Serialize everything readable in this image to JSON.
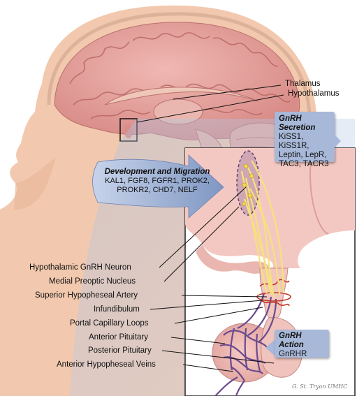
{
  "labels": {
    "thalamus": "Thalamus",
    "hypothalamus": "Hypothalamus",
    "hypothalamic_gnrh_neuron": "Hypothalamic GnRH Neuron",
    "medial_preoptic_nucleus": "Medial Preoptic Nucleus",
    "superior_hypopheseal_artery": "Superior Hypopheseal Artery",
    "infundibulum": "Infundibulum",
    "portal_capillary_loops": "Portal Capillary Loops",
    "anterior_pituitary": "Anterior Pituitary",
    "posterior_pituitary": "Posterior Pituitary",
    "anterior_hypopheseal_veins": "Anterior Hypopheseal Veins"
  },
  "secretion_box": {
    "title_line1": "GnRH",
    "title_line2": "Secretion",
    "lines": [
      "KiSS1, KiSS1R,",
      "Leptin, LepR,",
      "TAC3, TACR3"
    ]
  },
  "development_arrow": {
    "title": "Development and Migration",
    "lines": [
      "KAL1, FGF8, FGFR1, PROK2,",
      "PROKR2, CHD7, NELF"
    ]
  },
  "action_box": {
    "title": "GnRH Action",
    "line": "GnRHR"
  },
  "signature": "G. St. Tryon UMHC",
  "colors": {
    "skin": "#f2c9ae",
    "brain": "#e6a4a0",
    "arrow": "#8fa6cc",
    "box": "#a8b8d8",
    "neuron_yellow": "#f6e27a",
    "vessel_purple": "#6b4a8e",
    "vessel_red": "#c0392b"
  }
}
